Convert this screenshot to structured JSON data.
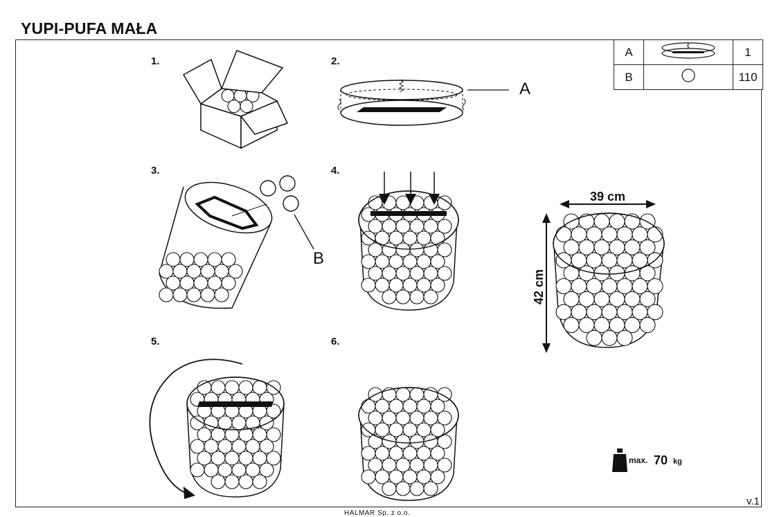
{
  "document": {
    "title": "YUPI-PUFA MAŁA",
    "version": "v.1",
    "footer": "HALMAR Sp. z o.o."
  },
  "parts_table": [
    {
      "label": "A",
      "part": "lid-with-zipper",
      "qty": "1"
    },
    {
      "label": "B",
      "part": "ball",
      "qty": "110"
    }
  ],
  "steps": [
    "1.",
    "2.",
    "3.",
    "4.",
    "5.",
    "6."
  ],
  "annotations": {
    "part_a": "A",
    "part_b": "B"
  },
  "dimensions": {
    "width": "39 cm",
    "height": "42 cm"
  },
  "max_load": {
    "label": "max.",
    "value": "70",
    "unit": "kg"
  }
}
